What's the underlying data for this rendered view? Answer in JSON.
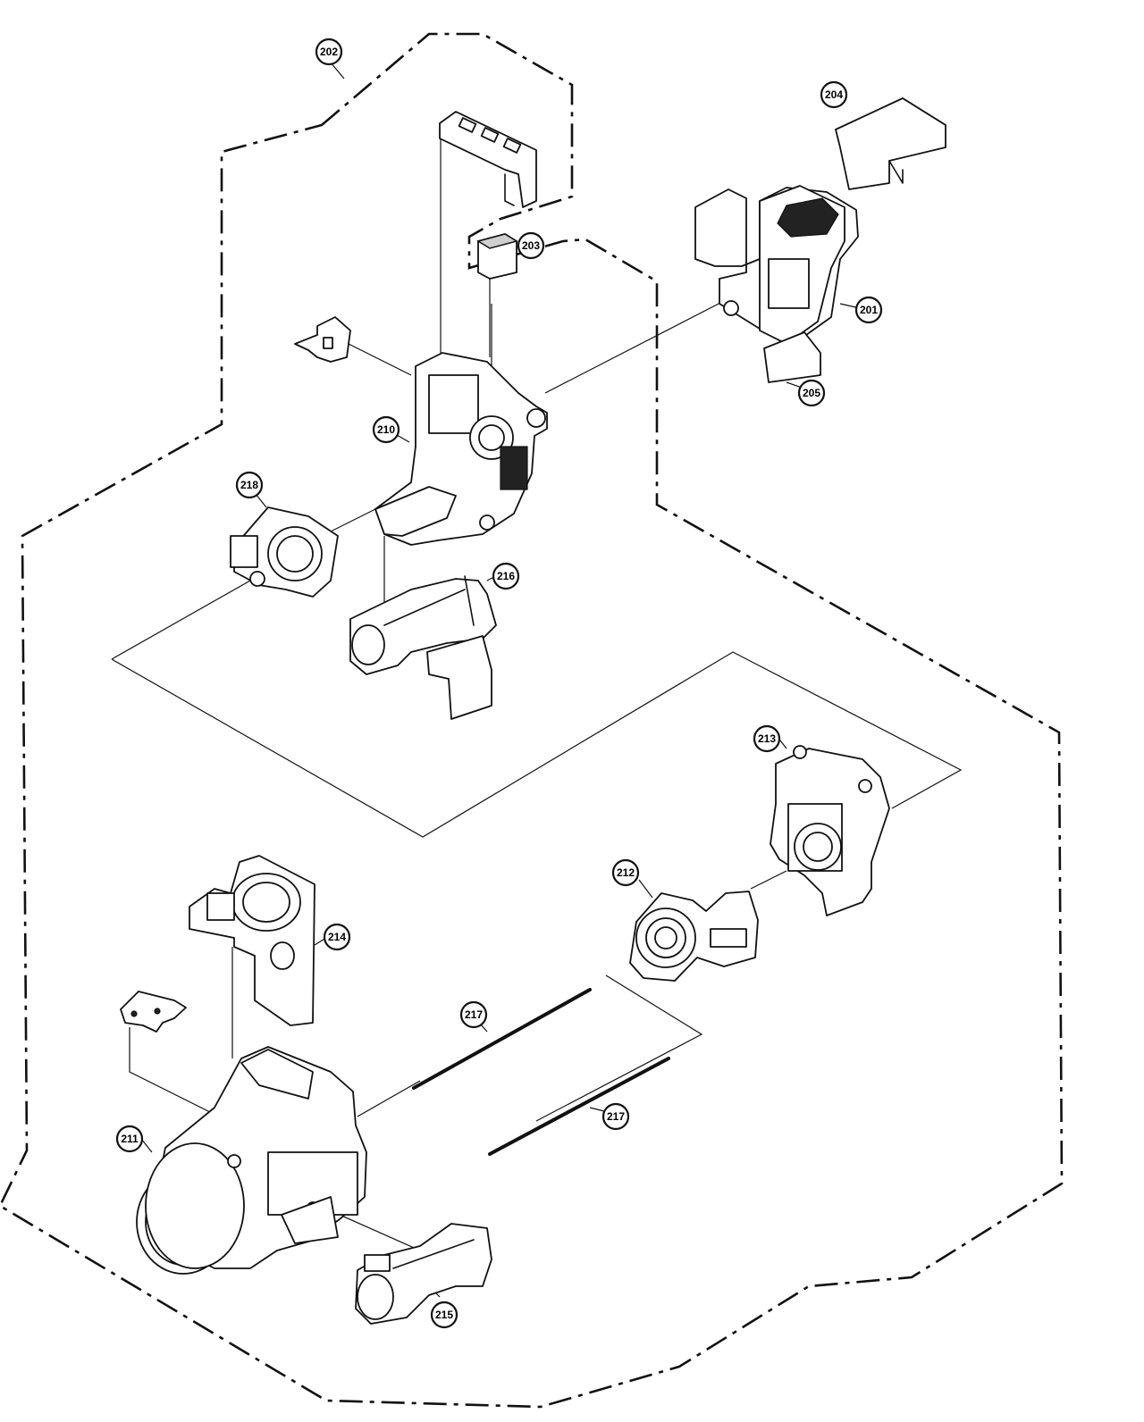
{
  "callouts": {
    "c201": "201",
    "c202": "202",
    "c203": "203",
    "c204": "204",
    "c205": "205",
    "c210": "210",
    "c211": "211",
    "c212": "212",
    "c213": "213",
    "c214": "214",
    "c215": "215",
    "c216": "216",
    "c217a": "217",
    "c217b": "217",
    "c218": "218"
  },
  "colors": {
    "line": "#111111",
    "background": "#ffffff"
  }
}
